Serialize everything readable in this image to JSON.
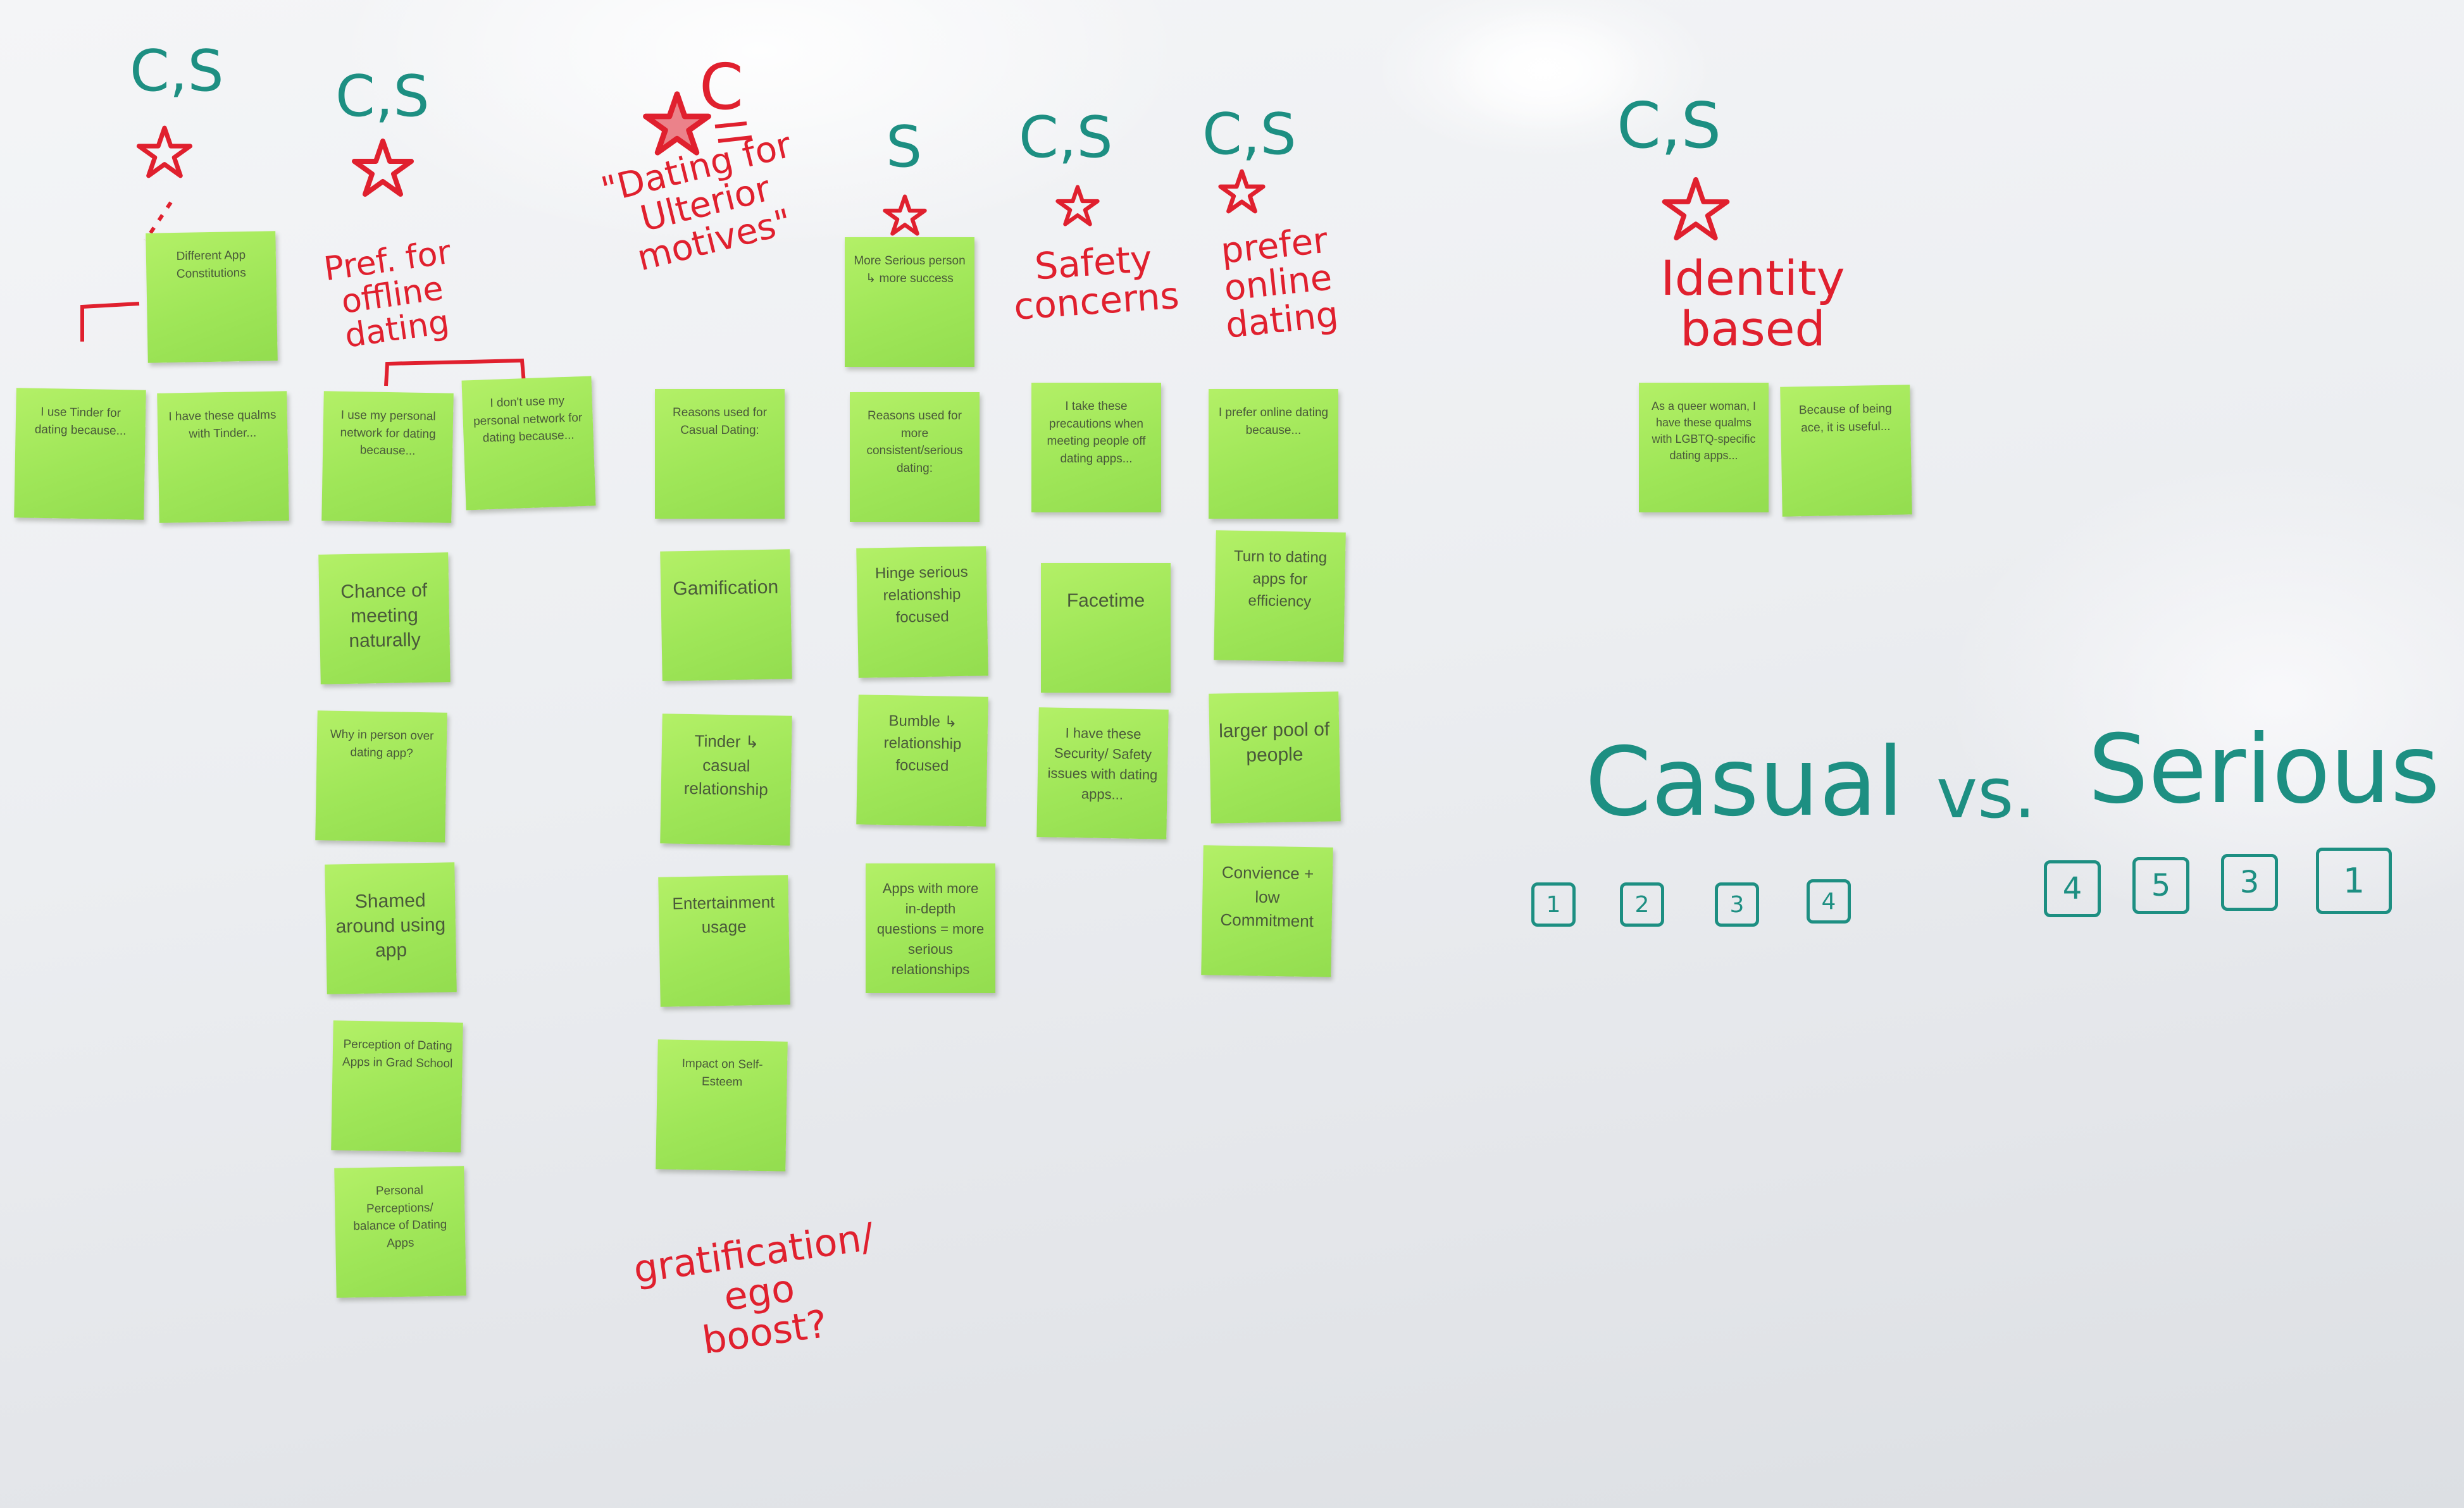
{
  "columns": [
    {
      "code": "C,S",
      "notes": [
        "Different App Constitutions",
        "I use Tinder for dating because...",
        "I have these qualms with Tinder..."
      ]
    },
    {
      "code": "C,S",
      "label": "Pref. for offline dating",
      "notes": [
        "I use my personal network for dating because...",
        "I don't use my personal network for dating because...",
        "Chance of meeting naturally",
        "Why in person over dating app?",
        "Shamed around using app",
        "Perception of Dating Apps in Grad School",
        "Personal Perceptions/ balance of Dating Apps"
      ]
    },
    {
      "code": "C",
      "label_line1": "\"Dating for",
      "label_line2": "Ulterior",
      "label_line3": "motives\"",
      "bottom_label_line1": "gratification/",
      "bottom_label_line2": "ego",
      "bottom_label_line3": "boost?",
      "notes": [
        "Reasons used for Casual Dating:",
        "Gamification",
        "Tinder ↳ casual relationship",
        "Entertainment usage",
        "Impact on Self-Esteem"
      ]
    },
    {
      "code": "S",
      "notes": [
        "More Serious person ↳ more success",
        "Reasons used for more consistent/serious dating:",
        "Hinge serious relationship focused",
        "Bumble ↳ relationship focused",
        "Apps with more in-depth questions = more serious relationships"
      ]
    },
    {
      "code": "C,S",
      "label_line1": "Safety",
      "label_line2": "concerns",
      "notes": [
        "I take these precautions when meeting people off dating apps...",
        "Facetime",
        "I have these Security/ Safety issues with dating apps..."
      ]
    },
    {
      "code": "C,S",
      "label_line1": "prefer",
      "label_line2": "online",
      "label_line3": "dating",
      "notes": [
        "I prefer online dating because...",
        "Turn to dating apps for efficiency",
        "larger pool of people",
        "Convience + low Commitment"
      ]
    },
    {
      "code": "C,S",
      "label_line1": "Identity",
      "label_line2": "based",
      "notes": [
        "As a queer woman, I have these qualms with LGBTQ-specific dating apps...",
        "Because of being ace, it is useful..."
      ]
    }
  ],
  "legend": {
    "casual": "Casual",
    "vs": "vs.",
    "serious": "Serious",
    "casual_codes": [
      "1",
      "2",
      "3",
      "4"
    ],
    "serious_codes": [
      "4",
      "5",
      "3",
      "1"
    ]
  },
  "colors": {
    "note": "#a3e85c",
    "red_marker": "#e0202e",
    "teal_marker": "#1d8f82"
  }
}
